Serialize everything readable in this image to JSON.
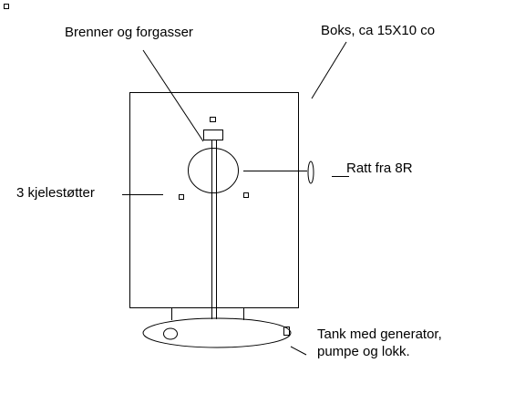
{
  "labels": {
    "burner": "Brenner og forgasser",
    "box": "Boks, ca 15X10 co",
    "wheel": "Ratt fra 8R",
    "supports": "3 kjelestøtter",
    "tank_line1": "Tank med generator,",
    "tank_line2": "pumpe og lokk."
  },
  "colors": {
    "stroke": "#000000",
    "background": "#ffffff"
  }
}
